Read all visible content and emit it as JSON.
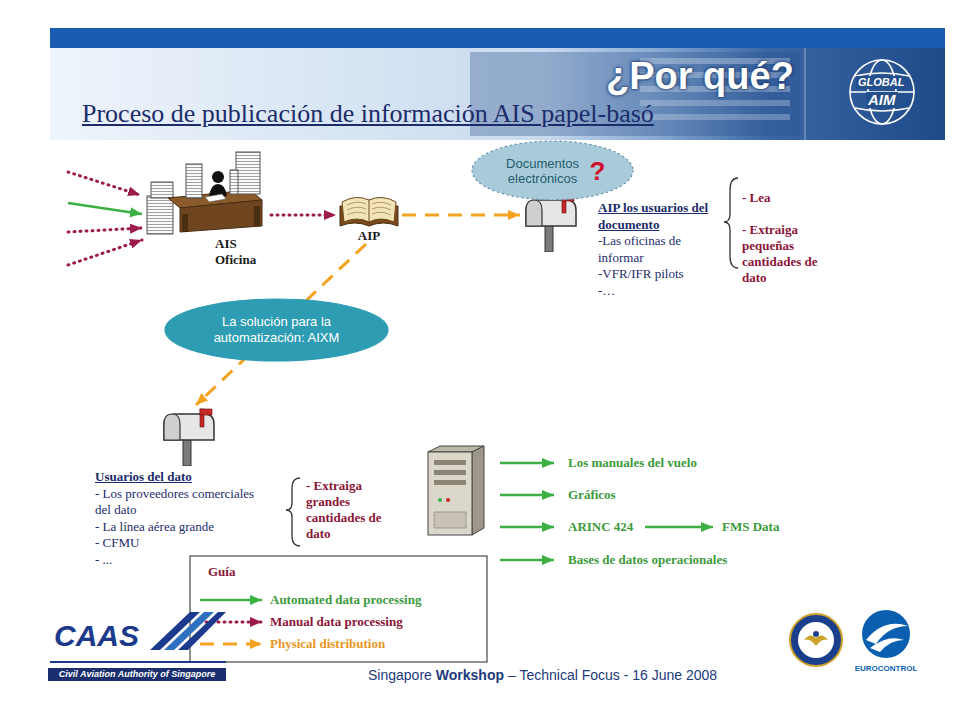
{
  "diagram": {
    "title": "¿Por qué?",
    "nodes": [
      {
        "text": [
          "AIS Oficina"
        ]
      },
      {
        "text": [
          "Documentos electrónicos",
          "?"
        ]
      },
      {
        "text": [
          "AIP"
        ]
      },
      {
        "text": [
          "AIP los usuarios del documento",
          "-Las oficinas de informar",
          "-VFR/IFR pilots",
          "-…"
        ]
      },
      {
        "text": [
          "La solución para la automatización: AIXM"
        ]
      },
      {
        "text": [
          "Usuarios del dato",
          "- Los proveedores comerciales del dato",
          "- La línea aérea grande",
          "- CFMU",
          "- ..."
        ]
      }
    ],
    "edges": [
      {
        "from": 0,
        "to": 2,
        "arrow": "to"
      },
      {
        "from": 2,
        "to": 3,
        "arrow": "to"
      },
      {
        "from": 2,
        "to": 5,
        "arrow": "to"
      }
    ],
    "labels": [
      "Proceso de publicación de información AIS papel-basó",
      "GLOBAL",
      "AIM",
      "- Lea",
      "- Extraiga pequeñas cantidades de dato",
      "- Extraiga grandes cantidades de dato",
      "Los manuales del vuelo",
      "Gráficos",
      "ARINC 424",
      "FMS Data",
      "Bases de datos operacionales",
      "Guía",
      "CAAS",
      "Civil Aviation Authority of Singapore",
      "Singapore",
      "Workshop",
      "– Technical Focus - 16 June 2008",
      "EUROCONTROL"
    ],
    "legend": [
      {
        "text": "Automated data processing"
      },
      {
        "text": "Manual data processing"
      },
      {
        "text": "Physical distribution"
      }
    ]
  }
}
